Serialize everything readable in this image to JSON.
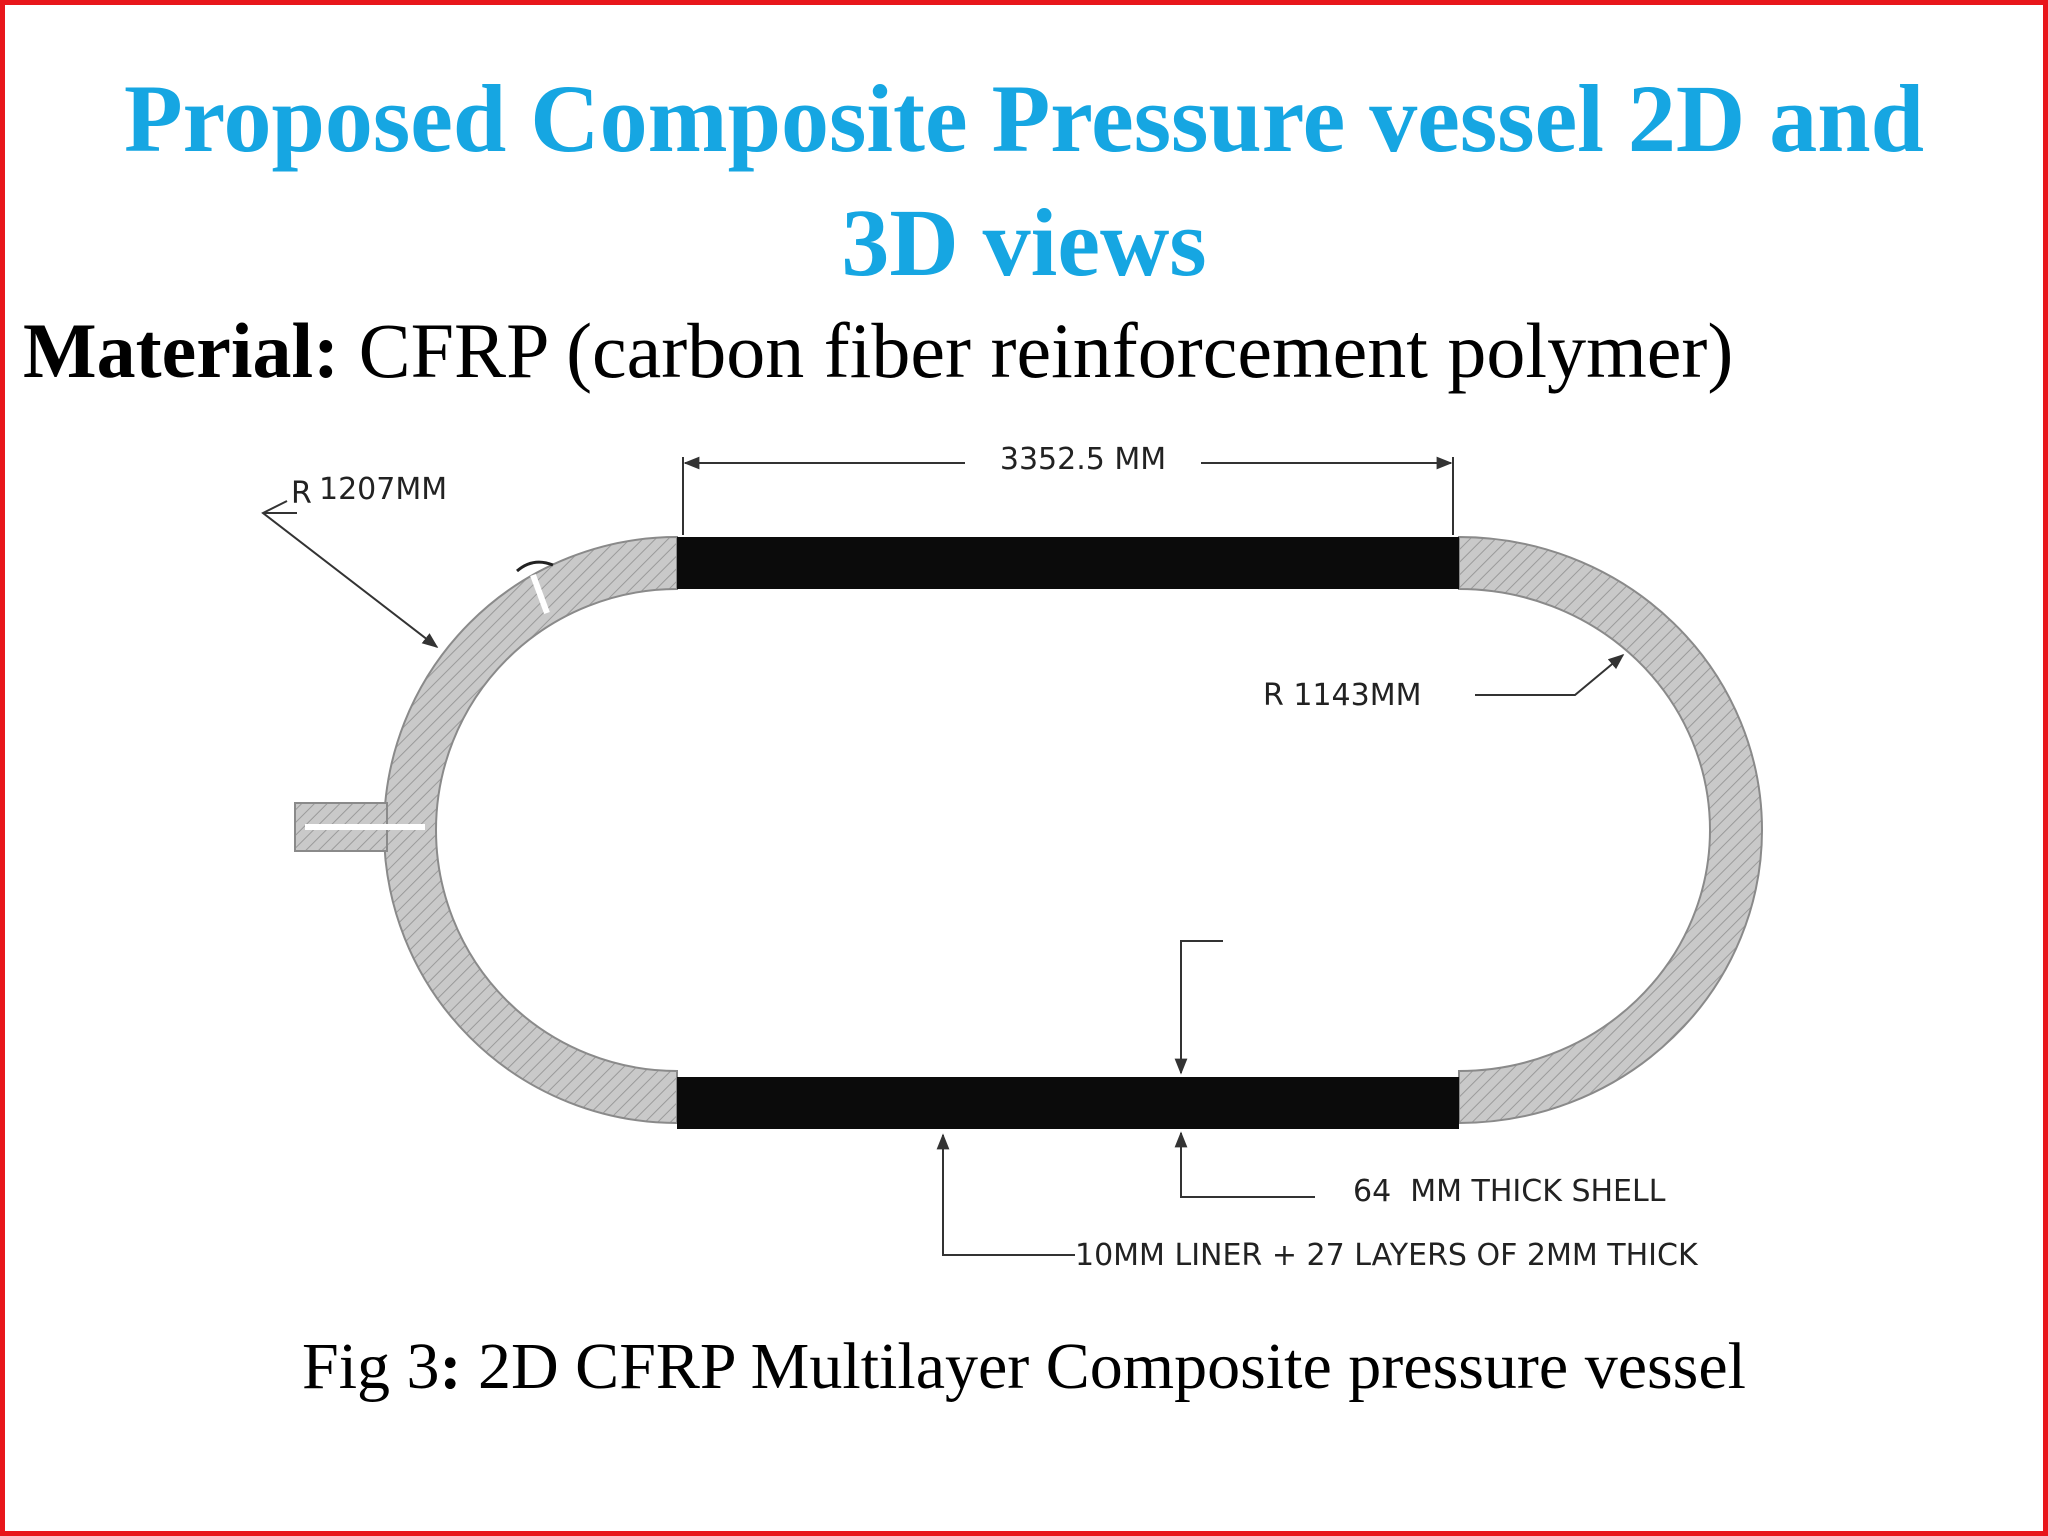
{
  "slide": {
    "title_line1": "Proposed Composite Pressure vessel 2D and",
    "title_line2": "3D views",
    "material_label": "Material:",
    "material_value": " CFRP (carbon fiber reinforcement polymer)",
    "caption_prefix": "Fig 3",
    "caption_sep": ":",
    "caption_text": " 2D CFRP Multilayer Composite pressure vessel",
    "colors": {
      "title": "#16a6e2",
      "border": "#e8161b",
      "shell": "#0b0b0b",
      "dome_fill": "#c8c8c8"
    }
  },
  "diagram": {
    "dim_length": "3352.5 MM",
    "outer_radius_label_r": "R",
    "outer_radius_label_value": "1207MM",
    "inner_radius_label": "R 1143MM",
    "shell_thickness_label": "64  MM THICK SHELL",
    "liner_label": "10MM LINER + 27 LAYERS OF 2MM THICK"
  }
}
